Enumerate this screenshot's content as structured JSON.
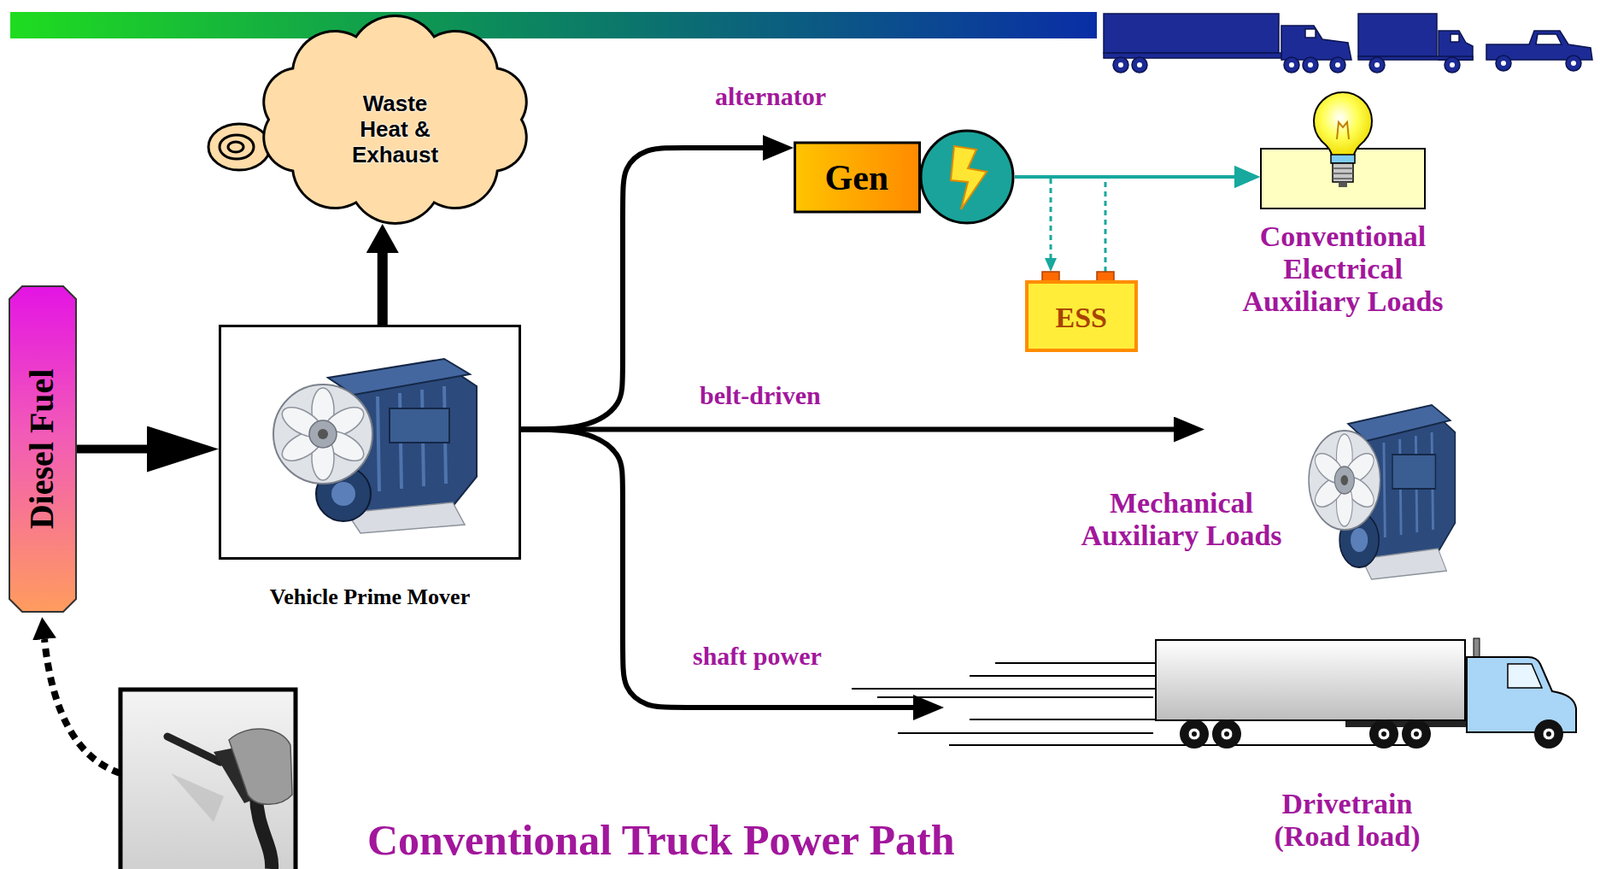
{
  "diagram": {
    "title": "Conventional Truck Power Path",
    "nodes": [
      {
        "text": [
          "Diesel Fuel"
        ]
      },
      {
        "text": [
          "Waste Heat & Exhaust"
        ]
      },
      {
        "text": [
          "Vehicle Prime Mover"
        ]
      },
      {
        "text": [
          "Gen"
        ]
      },
      {
        "text": [
          "ESS"
        ]
      },
      {
        "text": [
          "Conventional Electrical Auxiliary Loads"
        ]
      },
      {
        "text": [
          "Mechanical Auxiliary Loads"
        ]
      },
      {
        "text": [
          "Drivetrain (Road load)"
        ]
      }
    ],
    "edges": [
      {
        "from": 0,
        "to": 2,
        "arrow": "to"
      },
      {
        "from": 2,
        "to": 1,
        "arrow": "to"
      },
      {
        "from": 2,
        "to": 3,
        "label": "alternator",
        "arrow": "to"
      },
      {
        "from": 2,
        "to": 6,
        "label": "belt-driven",
        "arrow": "to"
      },
      {
        "from": 2,
        "to": 7,
        "label": "shaft power",
        "arrow": "to"
      },
      {
        "from": 3,
        "to": 5,
        "arrow": "to"
      },
      {
        "from": 3,
        "to": 4,
        "arrow": "to"
      },
      {
        "from": 4,
        "to": 5,
        "arrow": "to"
      }
    ]
  }
}
